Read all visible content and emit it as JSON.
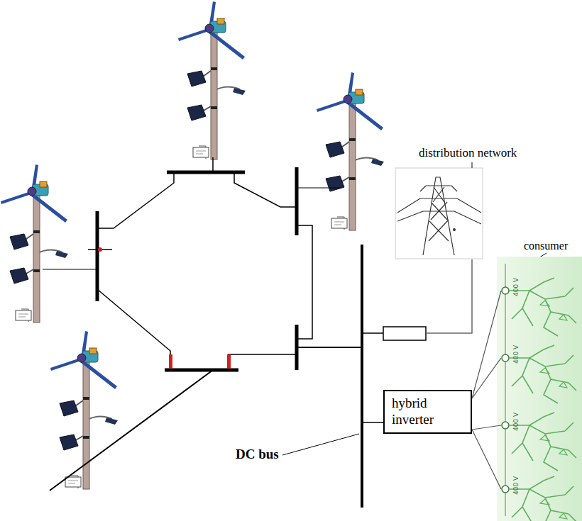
{
  "diagram": {
    "nodes": [
      {
        "text": [
          "hybrid inverter"
        ]
      }
    ],
    "labels": [
      "distribution network",
      "consumer",
      "DC bus",
      "400 V",
      "400 V",
      "400 V",
      "400 V"
    ]
  }
}
